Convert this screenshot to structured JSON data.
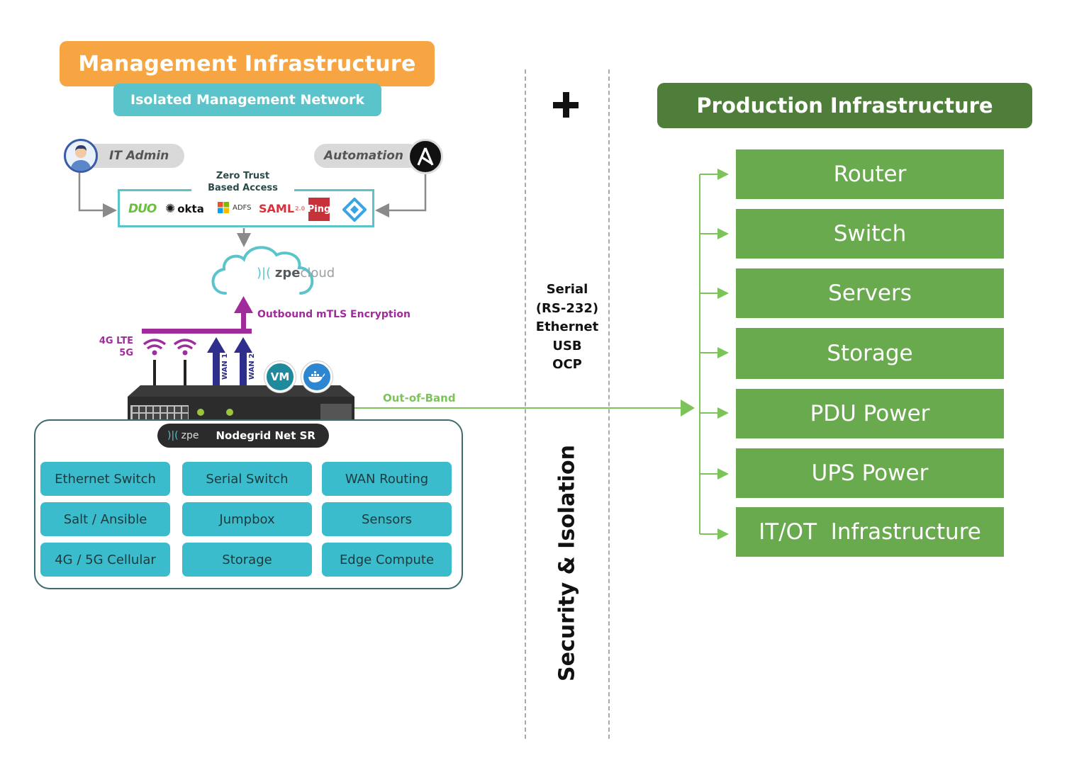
{
  "management": {
    "title": "Management Infrastructure",
    "subtitle": "Isolated Management Network",
    "actors": {
      "it_admin": "IT Admin",
      "automation": "Automation"
    },
    "zero_trust": {
      "label_line1": "Zero Trust",
      "label_line2": "Based Access",
      "providers": [
        "DUO",
        "okta",
        "ADFS",
        "SAML",
        "2.0",
        "Ping",
        "Azure AD"
      ]
    },
    "cloud": {
      "brand_bold": "zpe",
      "brand_light": "cloud"
    },
    "encryption_label": "Outbound mTLS Encryption",
    "cellular_label_line1": "4G LTE",
    "cellular_label_line2": "5G",
    "wan_labels": [
      "WAN 1",
      "WAN 2"
    ],
    "badges": {
      "vm": "VM",
      "docker": "docker"
    },
    "device": {
      "brand": "zpe",
      "name": "Nodegrid Net SR"
    },
    "capabilities": [
      "Ethernet Switch",
      "Serial Switch",
      "WAN Routing",
      "Salt / Ansible",
      "Jumpbox",
      "Sensors",
      "4G / 5G Cellular",
      "Storage",
      "Edge Compute"
    ]
  },
  "connection": {
    "label": "Out-of-Band",
    "color": "#7cc35a"
  },
  "middle": {
    "plus": "+",
    "ports": [
      "Serial",
      "(RS-232)",
      "Ethernet",
      "USB",
      "OCP"
    ],
    "vertical_label": "Security & Isolation"
  },
  "production": {
    "title": "Production Infrastructure",
    "items": [
      "Router",
      "Switch",
      "Servers",
      "Storage",
      "PDU Power",
      "UPS Power",
      "IT/OT  Infrastructure"
    ]
  },
  "colors": {
    "management": "#f7a543",
    "isolated": "#5bc4cb",
    "production_header": "#4e7e3a",
    "production_item": "#69aa4e",
    "encryption": "#a02c9c",
    "wan": "#2e2f8c",
    "capability": "#3bbccc"
  }
}
